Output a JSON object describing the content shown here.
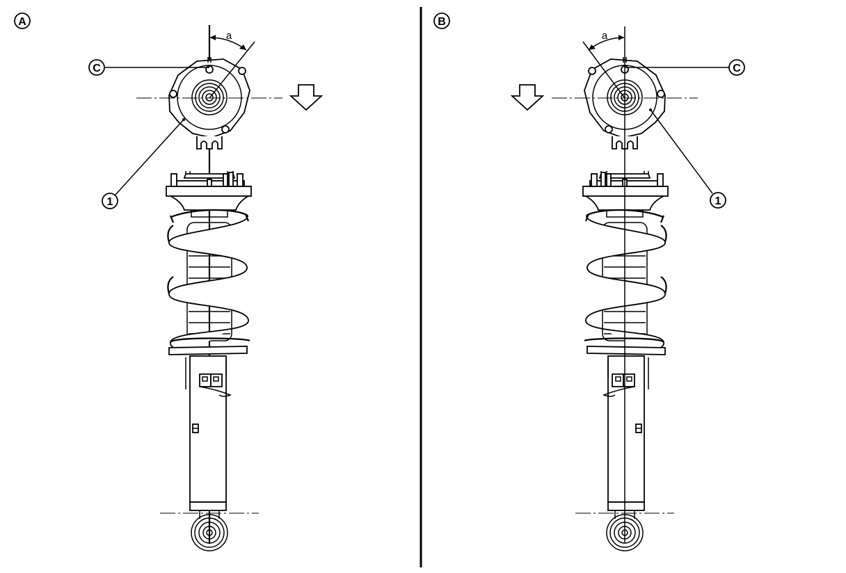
{
  "panels": [
    {
      "id": "left",
      "label": "A",
      "callout_c": "C",
      "callout_1": "1",
      "angle_label": "a"
    },
    {
      "id": "right",
      "label": "B",
      "callout_c": "C",
      "callout_1": "1",
      "angle_label": "a"
    }
  ]
}
